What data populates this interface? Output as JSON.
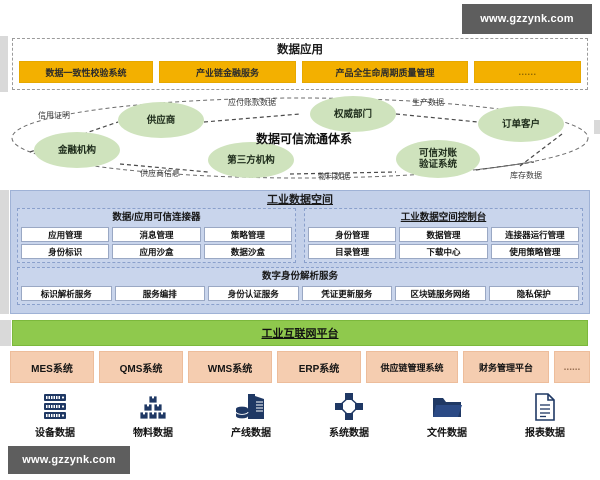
{
  "watermarks": {
    "top": "www.gzzynk.com",
    "bottom": "www.gzzynk.com"
  },
  "colors": {
    "app_box": "#f3b000",
    "node_green": "#cfe3bd",
    "ids_panel": "#c3d0e9",
    "platform_green": "#8fc94d",
    "system_box": "#f5cdb0",
    "icon_navy": "#1f3864"
  },
  "data_application": {
    "title": "数据应用",
    "items": [
      "数据一致性校验系统",
      "产业链金融服务",
      "产品全生命周期质量管理",
      "......"
    ]
  },
  "trust_circulation": {
    "center_title": "数据可信流通体系",
    "nodes": [
      {
        "label": "供应商"
      },
      {
        "label": "权威部门"
      },
      {
        "label": "订单客户"
      },
      {
        "label": "金融机构"
      },
      {
        "label": "第三方机构"
      },
      {
        "label": "可信对账验证系统",
        "line1": "可信对账",
        "line2": "验证系统"
      }
    ],
    "flow_labels": [
      "信用证明",
      "应付账款数据",
      "生产数据",
      "供应商信息",
      "物料数据",
      "库存数据"
    ]
  },
  "industrial_data_space": {
    "title": "工业数据空间",
    "connector": {
      "title": "数据/应用可信连接器",
      "rows": [
        [
          "应用管理",
          "消息管理",
          "策略管理"
        ],
        [
          "身份标识",
          "应用沙盒",
          "数据沙盒"
        ]
      ]
    },
    "console": {
      "title": "工业数据空间控制台",
      "rows": [
        [
          "身份管理",
          "数据管理",
          "连接器运行管理"
        ],
        [
          "目录管理",
          "下载中心",
          "使用策略管理"
        ]
      ]
    },
    "digital_identity": {
      "title": "数字身份解析服务",
      "items": [
        "标识解析服务",
        "服务编排",
        "身份认证服务",
        "凭证更新服务",
        "区块链服务网络",
        "隐私保护"
      ]
    }
  },
  "platform": {
    "title": "工业互联网平台"
  },
  "systems": {
    "items": [
      "MES系统",
      "QMS系统",
      "WMS系统",
      "ERP系统",
      "供应链管理系统",
      "财务管理平台",
      "......"
    ]
  },
  "data_sources": {
    "items": [
      {
        "label": "设备数据",
        "icon": "server-rack-icon"
      },
      {
        "label": "物料数据",
        "icon": "boxes-stack-icon"
      },
      {
        "label": "产线数据",
        "icon": "factory-database-icon"
      },
      {
        "label": "系统数据",
        "icon": "network-nodes-icon"
      },
      {
        "label": "文件数据",
        "icon": "folder-icon"
      },
      {
        "label": "报表数据",
        "icon": "document-report-icon"
      }
    ]
  }
}
